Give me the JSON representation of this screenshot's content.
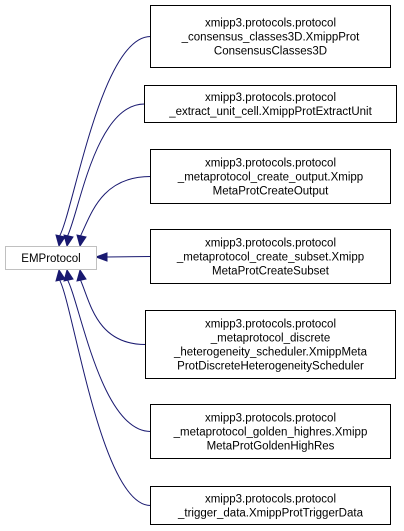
{
  "base_class": {
    "label": "EMProtocol"
  },
  "derived_classes": [
    {
      "lines": [
        "xmipp3.protocols.protocol",
        "_consensus_classes3D.XmippProt",
        "ConsensusClasses3D"
      ]
    },
    {
      "lines": [
        "xmipp3.protocols.protocol",
        "_extract_unit_cell.XmippProtExtractUnit"
      ]
    },
    {
      "lines": [
        "xmipp3.protocols.protocol",
        "_metaprotocol_create_output.Xmipp",
        "MetaProtCreateOutput"
      ]
    },
    {
      "lines": [
        "xmipp3.protocols.protocol",
        "_metaprotocol_create_subset.Xmipp",
        "MetaProtCreateSubset"
      ]
    },
    {
      "lines": [
        "xmipp3.protocols.protocol",
        "_metaprotocol_discrete",
        "_heterogeneity_scheduler.XmippMeta",
        "ProtDiscreteHeterogeneityScheduler"
      ]
    },
    {
      "lines": [
        "xmipp3.protocols.protocol",
        "_metaprotocol_golden_highres.Xmipp",
        "MetaProtGoldenHighRes"
      ]
    },
    {
      "lines": [
        "xmipp3.protocols.protocol",
        "_trigger_data.XmippProtTriggerData"
      ]
    }
  ],
  "colors": {
    "edge": "#191970",
    "base_border": "#c0c0c0",
    "node_border": "#000000",
    "background": "#ffffff"
  }
}
